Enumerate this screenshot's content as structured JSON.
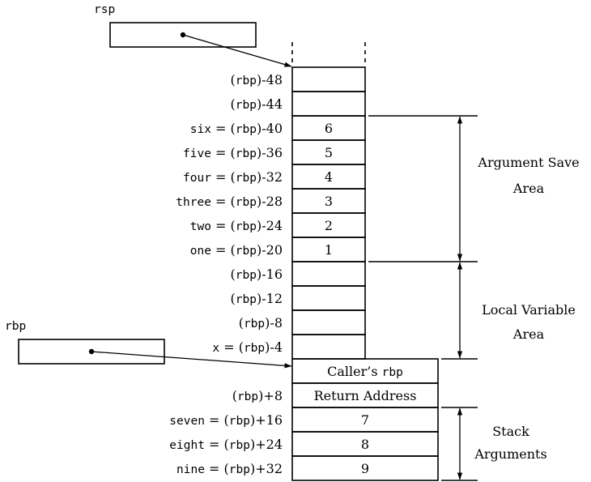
{
  "registers": {
    "rsp": "rsp",
    "rbp": "rbp"
  },
  "stack_rows": [
    {
      "name": "",
      "offset": "-48",
      "value": ""
    },
    {
      "name": "",
      "offset": "-44",
      "value": ""
    },
    {
      "name": "six",
      "offset": "-40",
      "value": "6"
    },
    {
      "name": "five",
      "offset": "-36",
      "value": "5"
    },
    {
      "name": "four",
      "offset": "-32",
      "value": "4"
    },
    {
      "name": "three",
      "offset": "-28",
      "value": "3"
    },
    {
      "name": "two",
      "offset": "-24",
      "value": "2"
    },
    {
      "name": "one",
      "offset": "-20",
      "value": "1"
    },
    {
      "name": "",
      "offset": "-16",
      "value": ""
    },
    {
      "name": "",
      "offset": "-12",
      "value": ""
    },
    {
      "name": "",
      "offset": "-8",
      "value": ""
    },
    {
      "name": "x",
      "offset": "-4",
      "value": ""
    }
  ],
  "frame_rows": [
    {
      "name": "",
      "offset": "",
      "value_serif": "Caller’s ",
      "value_mono": "rbp"
    },
    {
      "name": "",
      "offset": "+8",
      "value_serif": "Return Address",
      "value_mono": ""
    },
    {
      "name": "seven",
      "offset": "+16",
      "value_serif": "7",
      "value_mono": ""
    },
    {
      "name": "eight",
      "offset": "+24",
      "value_serif": "8",
      "value_mono": ""
    },
    {
      "name": "nine",
      "offset": "+32",
      "value_serif": "9",
      "value_mono": ""
    }
  ],
  "label_parts": {
    "reg_mono": "rbp",
    "open_paren": "(",
    "close_paren": ")",
    "equals": " = "
  },
  "regions": {
    "argument_save": [
      "Argument Save",
      "Area"
    ],
    "local_variable": [
      "Local Variable",
      "Area"
    ],
    "stack_arguments": [
      "Stack",
      "Arguments"
    ]
  }
}
